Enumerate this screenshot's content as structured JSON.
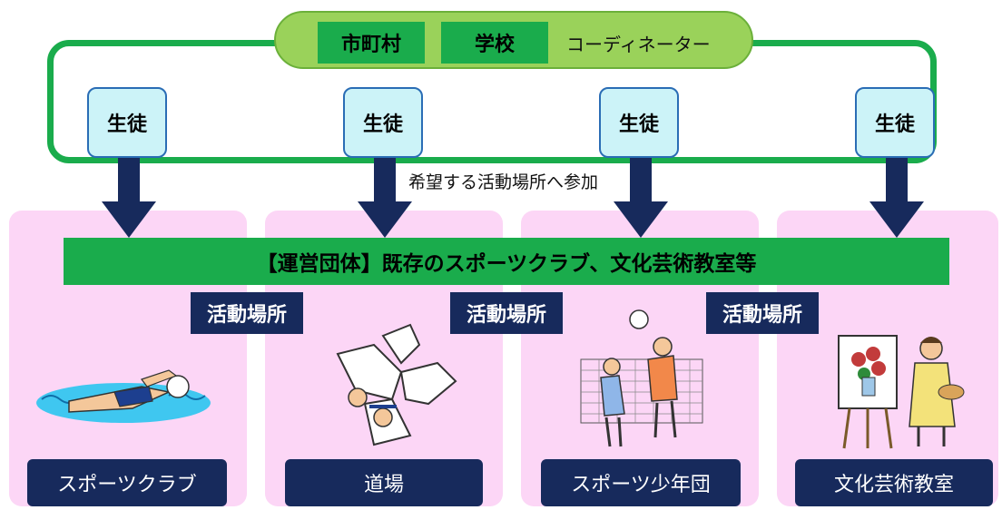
{
  "top": {
    "tag_municipality": "市町村",
    "tag_school": "学校",
    "coordinator": "コーディネーター"
  },
  "students": [
    "生徒",
    "生徒",
    "生徒",
    "生徒"
  ],
  "participate_text": "希望する活動場所へ参加",
  "banner_text": "【運営団体】既存のスポーツクラブ、文化芸術教室等",
  "activity_label": "活動場所",
  "venues": [
    "スポーツクラブ",
    "道場",
    "スポーツ少年団",
    "文化芸術教室"
  ],
  "illustrations": [
    "swimmer-illustration",
    "judo-illustration",
    "volleyball-illustration",
    "painter-illustration"
  ],
  "colors": {
    "green": "#1aac4c",
    "light_green": "#9ad25a",
    "navy": "#172a5c",
    "pink": "#fcd6f6",
    "student_fill": "#ccf3f8"
  }
}
